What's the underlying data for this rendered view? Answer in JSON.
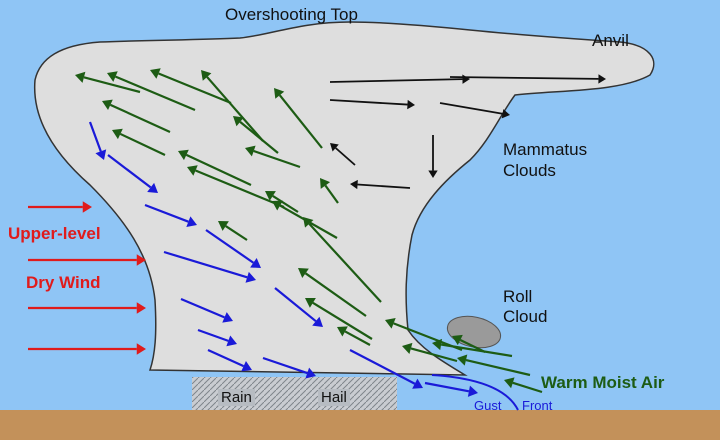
{
  "labels": {
    "overshooting_top": "Overshooting Top",
    "anvil": "Anvil",
    "mammatus_line1": "Mammatus",
    "mammatus_line2": "Clouds",
    "upper_level": "Upper-level",
    "dry_wind": "Dry Wind",
    "roll_line1": "Roll",
    "roll_line2": "Cloud",
    "warm_moist_air": "Warm Moist Air",
    "rain": "Rain",
    "hail": "Hail",
    "gust": "Gust",
    "front": "Front"
  },
  "colors": {
    "sky": "#8fc5f5",
    "ground": "#c3915a",
    "cloud": "#dedede",
    "downdraft_arrows": "#1a1ad8",
    "updraft_arrows": "#1d5c14",
    "dry_wind_arrows": "#e01b1b",
    "anvil_arrows": "#111111",
    "roll_cloud": "#9a9a9a"
  }
}
